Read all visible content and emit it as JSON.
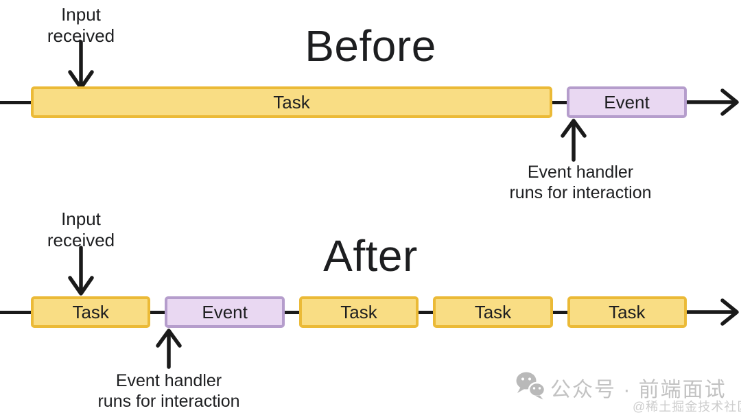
{
  "colors": {
    "ink": "#1d1e20",
    "line": "#1a1a1a",
    "task-fill": "#F9DD84",
    "task-border": "#EBBA37",
    "event-fill": "#E9D8F2",
    "event-border": "#B59DCC",
    "wm-main": "#c2c2c2",
    "wm-sub": "#cccccc"
  },
  "before": {
    "title": "Before",
    "input_annotation": {
      "line1": "Input",
      "line2": "received"
    },
    "segments": [
      {
        "type": "task",
        "label": "Task"
      },
      {
        "type": "event",
        "label": "Event"
      }
    ],
    "handler_annotation": {
      "line1": "Event handler",
      "line2": "runs for interaction"
    }
  },
  "after": {
    "title": "After",
    "input_annotation": {
      "line1": "Input",
      "line2": "received"
    },
    "segments": [
      {
        "type": "task",
        "label": "Task"
      },
      {
        "type": "event",
        "label": "Event"
      },
      {
        "type": "task",
        "label": "Task"
      },
      {
        "type": "task",
        "label": "Task"
      },
      {
        "type": "task",
        "label": "Task"
      }
    ],
    "handler_annotation": {
      "line1": "Event handler",
      "line2": "runs for interaction"
    }
  },
  "watermark": {
    "icon": "wechat-icon",
    "channel": "公众号 · 前端面试",
    "handle": "@稀土掘金技术社区"
  }
}
